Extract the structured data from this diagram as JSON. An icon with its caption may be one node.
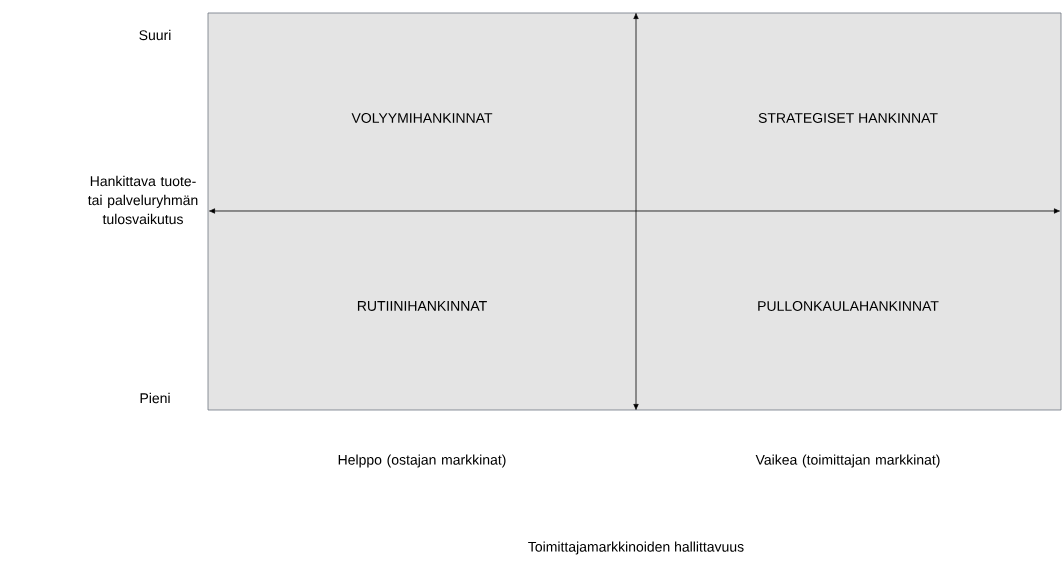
{
  "diagram": {
    "labels": [
      "Suuri",
      "VOLYYMIHANKINNAT",
      "STRATEGISET HANKINNAT",
      "Hankittava tuote- tai palveluryhmän tulosvaikutus",
      "RUTIINIHANKINNAT",
      "PULLONKAULAHANKINNAT",
      "Pieni",
      "Helppo (ostajan markkinat)",
      "Vaikea (toimittajan markkinat)",
      "Toimittajamarkkinoiden hallittavuus"
    ]
  }
}
